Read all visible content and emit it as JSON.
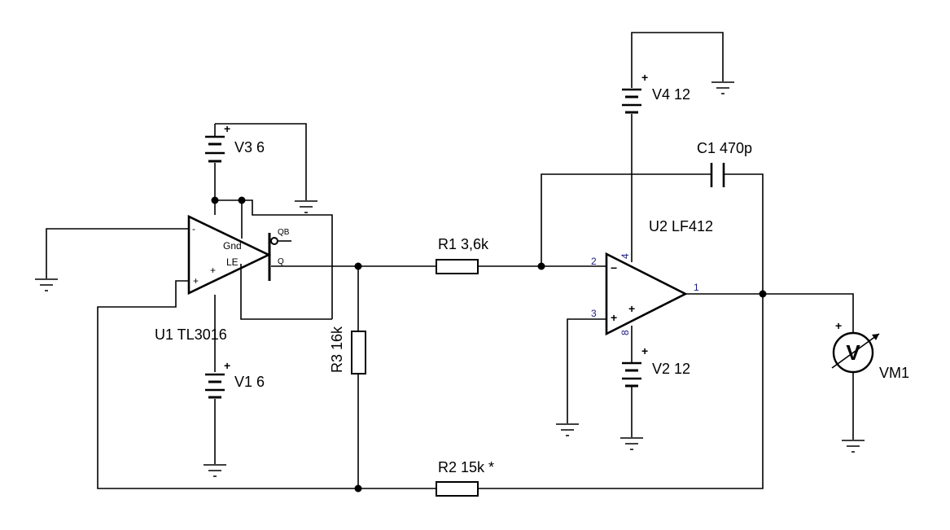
{
  "components": {
    "u1": {
      "name": "U1 TL3016",
      "pin_minus": "-",
      "pin_plus": "+",
      "pin_gnd": "Gnd",
      "pin_le": "LE",
      "pin_q": "Q",
      "pin_qb": "QB",
      "pin_le_sign": "+"
    },
    "u2": {
      "name": "U2 LF412",
      "pin_inv": "2",
      "pin_noninv": "3",
      "pin_out": "1",
      "pin_vplus": "4",
      "pin_vminus": "8",
      "sign_minus": "−",
      "sign_plus": "+"
    },
    "v1": {
      "name": "V1 6",
      "polarity": "+"
    },
    "v2": {
      "name": "V2 12",
      "polarity": "+"
    },
    "v3": {
      "name": "V3 6",
      "polarity": "+"
    },
    "v4": {
      "name": "V4 12",
      "polarity": "+"
    },
    "r1": {
      "name": "R1 3,6k"
    },
    "r2": {
      "name": "R2 15k *"
    },
    "r3": {
      "name": "R3 16k"
    },
    "c1": {
      "name": "C1 470p"
    },
    "vm1": {
      "name": "VM1",
      "symbol": "V",
      "polarity": "+"
    }
  }
}
